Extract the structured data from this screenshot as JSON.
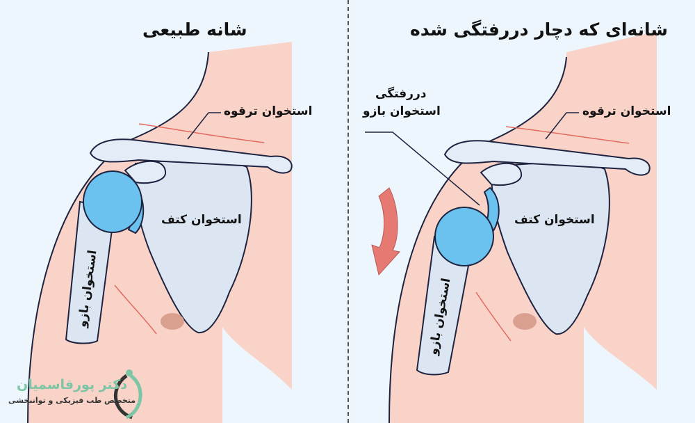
{
  "left_panel": {
    "title": "شانه طبیعی",
    "clavicle_label": "استخوان ترقوه",
    "scapula_label": "استخوان کتف",
    "humerus_label": "استخوان بازو"
  },
  "right_panel": {
    "title": "شانه‌ای که دچار دررفتگی شده",
    "dislocation_label_line1": "دررفتگی",
    "dislocation_label_line2": "استخوان بازو",
    "clavicle_label": "استخوان ترقوه",
    "scapula_label": "استخوان کتف",
    "humerus_label": "استخوان بازو"
  },
  "logo": {
    "name": "دکتر پورقاسمیان",
    "subtitle": "متخصص طب فیزیکی و توانبخشی"
  },
  "colors": {
    "background": "#eef6fd",
    "skin": "#f9d3c8",
    "bone": "#dbe6f2",
    "cartilage": "#6cc2ef",
    "arrow": "#e67a72",
    "logo_green": "#7cc6a6"
  }
}
